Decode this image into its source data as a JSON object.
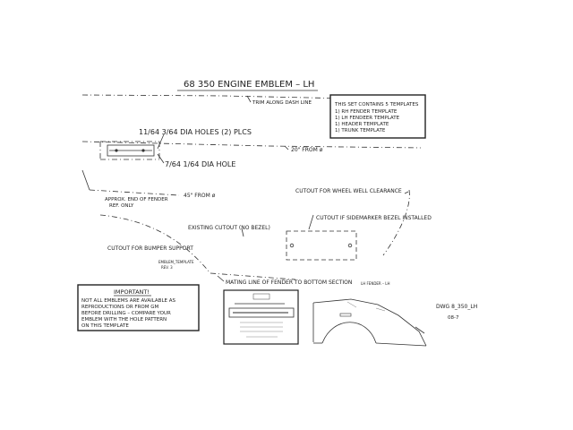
{
  "title": "68 350 ENGINE EMBLEM – LH",
  "notes_box": {
    "heading": "THIS SET CONTAINS 5 TEMPLATES",
    "items": [
      "1)  RH FENDER TEMPLATE",
      "1)  LH FENDEER TEMPLATE",
      "1)  HEADER TEMPLATE",
      "1)  TRUNK TEMPLATE"
    ]
  },
  "callouts": {
    "trim_dash": "TRIM ALONG DASH LINE",
    "holes_large": "11/64 3/64 DIA HOLES (2) PLCS",
    "holes_small": "7/64 1/64 DIA HOLE",
    "from_20": "20\" FROM ø",
    "from_45": "45\" FROM ø",
    "approx_end_1": "APPROX. END OF FENDER",
    "approx_end_2": "REF. ONLY",
    "wheel_well": "CUTOUT FOR WHEEL WELL CLEARANCE",
    "sidemarker": "CUTOUT IF SIDEMARKER BEZEL INSTALLED",
    "existing": "EXISTING CUTOUT (NO   BEZEL)",
    "bumper": "CUTOUT FOR BUMPER SUPPORT",
    "mating": "MATING LINE OF FENDER TO BOTTOM SECTION",
    "small_tag_1": "EMBLEM_TEMPLATE",
    "small_tag_2": "REV. 3",
    "fender_label": "LH FENDER – LH",
    "dwg": "DWG 8_350_LH",
    "rev": "08-7"
  },
  "important": {
    "heading": "IMPORTANT!",
    "lines": [
      "NOT ALL EMBLEMS ARE AVAILABLE AS",
      "REPRODUCTIONS OR FROM GM",
      "BEFORE DRILLING – COMPARE YOUR",
      "EMBLEM WITH THE HOLE PATTERN",
      "ON THIS TEMPLATE"
    ]
  }
}
